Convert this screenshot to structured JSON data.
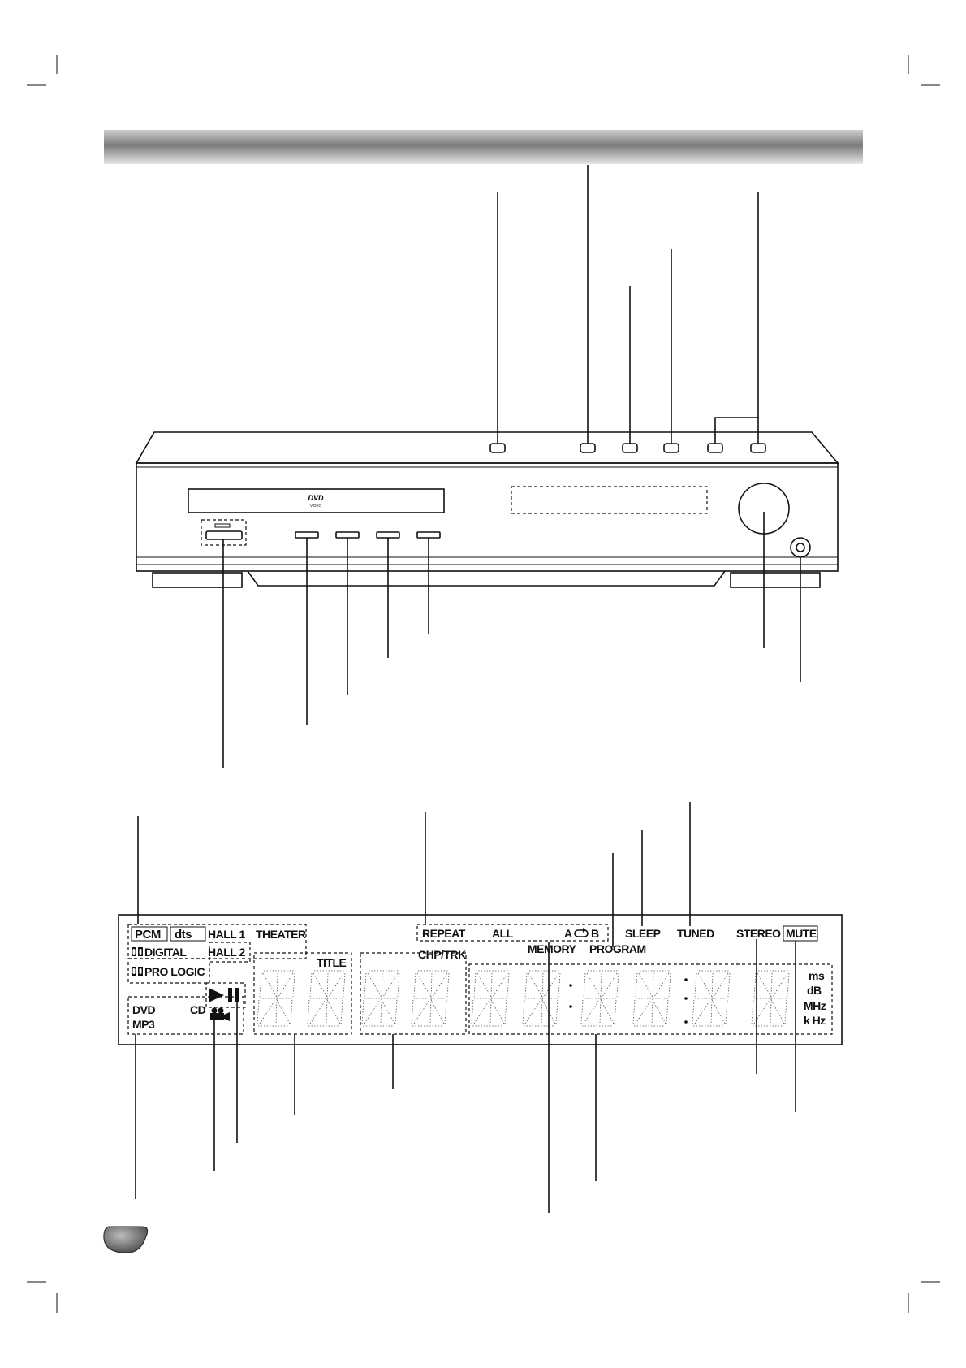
{
  "unit_front": {
    "disc_logo": "DVD",
    "disc_logo_sub": "VIDEO"
  },
  "display": {
    "indicators": {
      "pcm": "PCM",
      "dts": "dts",
      "hall1": "HALL 1",
      "theater": "THEATER",
      "hall2": "HALL 2",
      "dolby_digital": "DIGITAL",
      "pro_logic": "PRO LOGIC",
      "dvd": "DVD",
      "cd": "CD",
      "mp3": "MP3",
      "title": "TITLE",
      "chp_trk": "CHP/TRK",
      "repeat": "REPEAT",
      "all": "ALL",
      "a": "A",
      "b": "B",
      "memory": "MEMORY",
      "program": "PROGRAM",
      "sleep": "SLEEP",
      "tuned": "TUNED",
      "stereo": "STEREO",
      "mute": "MUTE",
      "ms": "ms",
      "db": "dB",
      "mhz": "MHz",
      "khz": "k Hz"
    }
  }
}
